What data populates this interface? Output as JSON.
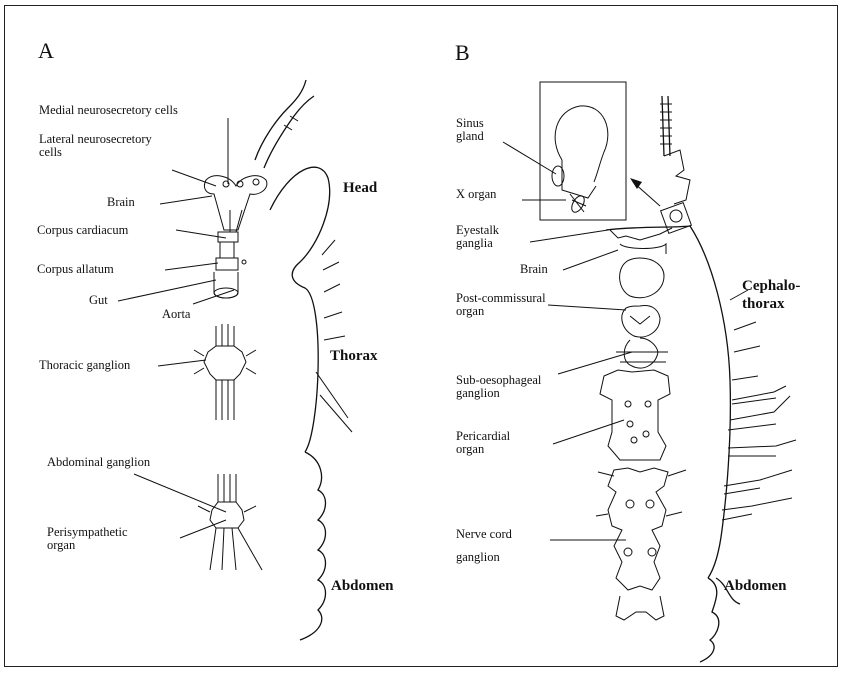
{
  "panels": {
    "a": {
      "letter": "A",
      "labels": {
        "medial_nsc": "Medial neurosecretory cells",
        "lateral_nsc_1": "Lateral neurosecretory",
        "lateral_nsc_2": "cells",
        "brain": "Brain",
        "corpus_cardiacum": "Corpus cardiacum",
        "corpus_allatum": "Corpus allatum",
        "gut": "Gut",
        "aorta": "Aorta",
        "thoracic_ganglion": "Thoracic ganglion",
        "abdominal_ganglion": "Abdominal ganglion",
        "perisympathetic_1": "Perisympathetic",
        "perisympathetic_2": "organ",
        "head": "Head",
        "thorax": "Thorax",
        "abdomen": "Abdomen"
      }
    },
    "b": {
      "letter": "B",
      "labels": {
        "sinus_1": "Sinus",
        "sinus_2": "gland",
        "x_organ": "X organ",
        "eyestalk_1": "Eyestalk",
        "eyestalk_2": "ganglia",
        "brain": "Brain",
        "postcomm_1": "Post-commissural",
        "postcomm_2": "organ",
        "suboeso_1": "Sub-oesophageal",
        "suboeso_2": "ganglion",
        "pericardial_1": "Pericardial",
        "pericardial_2": "organ",
        "nervecord_1": "Nerve cord",
        "nervecord_2": "ganglion",
        "cephalo_1": "Cephalo-",
        "cephalo_2": "thorax",
        "abdomen": "Abdomen"
      }
    }
  }
}
